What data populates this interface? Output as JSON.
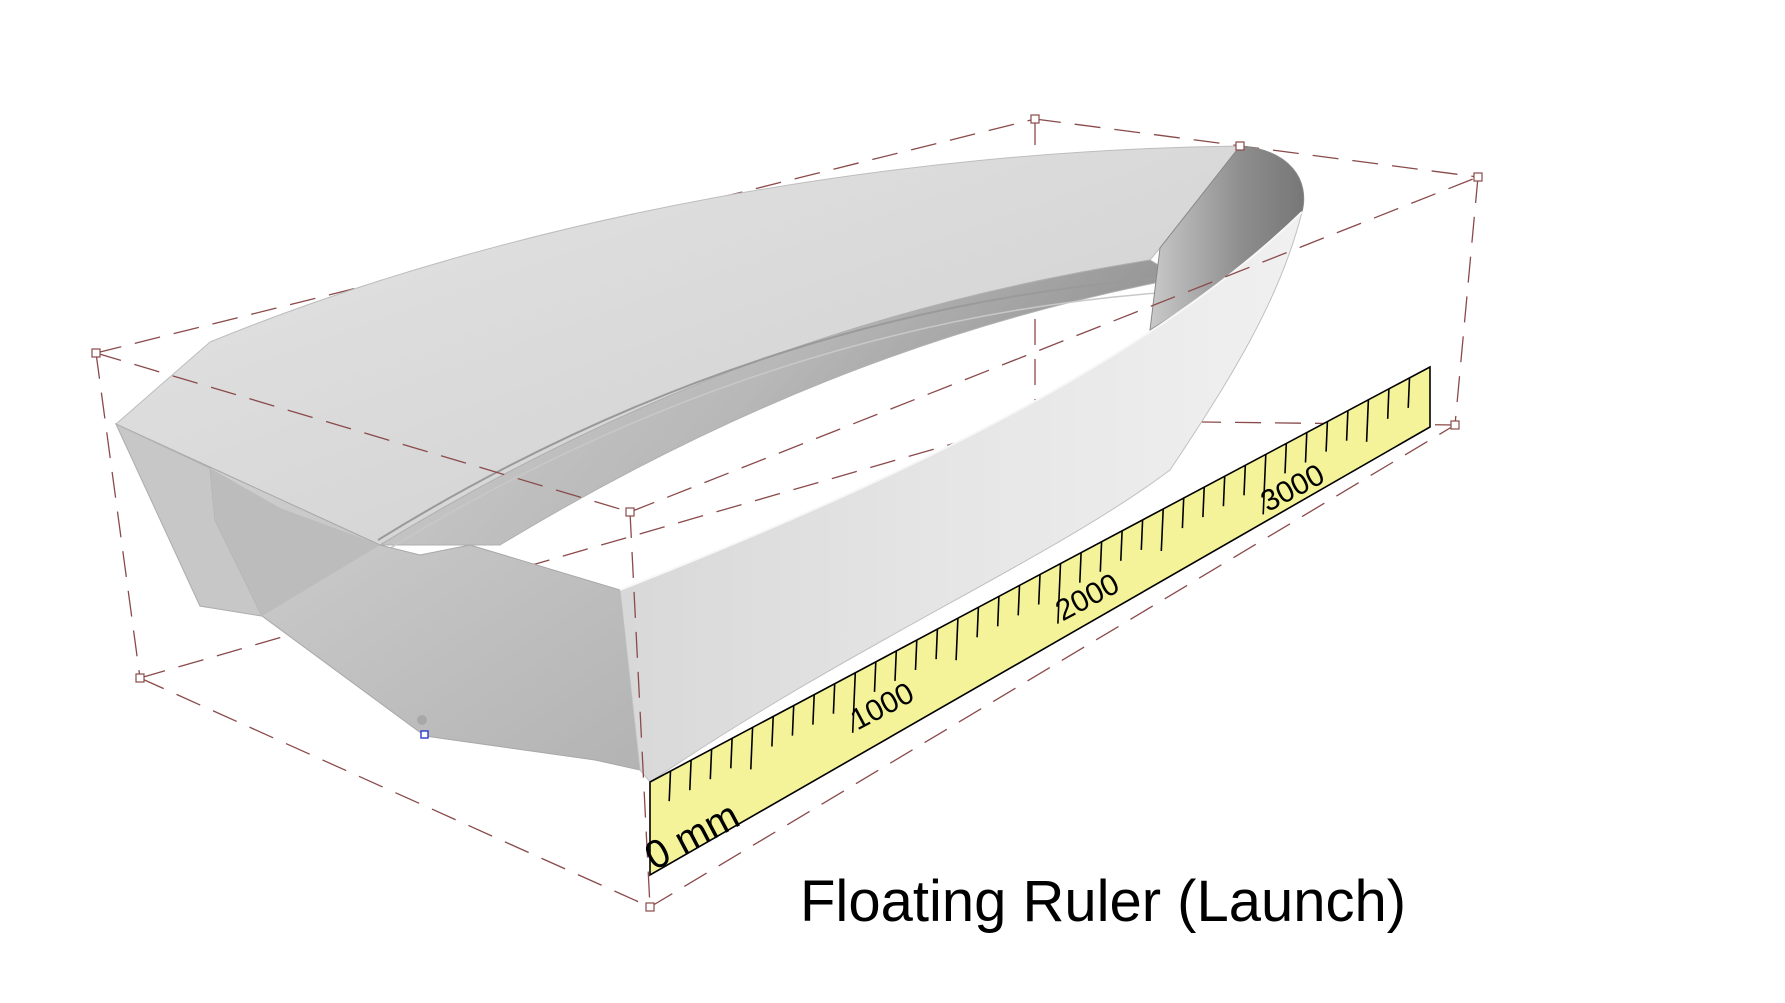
{
  "caption": "Floating Ruler (Launch)",
  "ruler": {
    "unit_label": "0 mm",
    "major_labels": [
      "1000",
      "2000",
      "3000"
    ],
    "minor_ticks_per_major": 10,
    "max_value": 3800,
    "fill_color": "#f4f39a"
  },
  "model": {
    "hull_color": "#d9d9d9",
    "bounding_box_color": "#8a4a4a"
  }
}
